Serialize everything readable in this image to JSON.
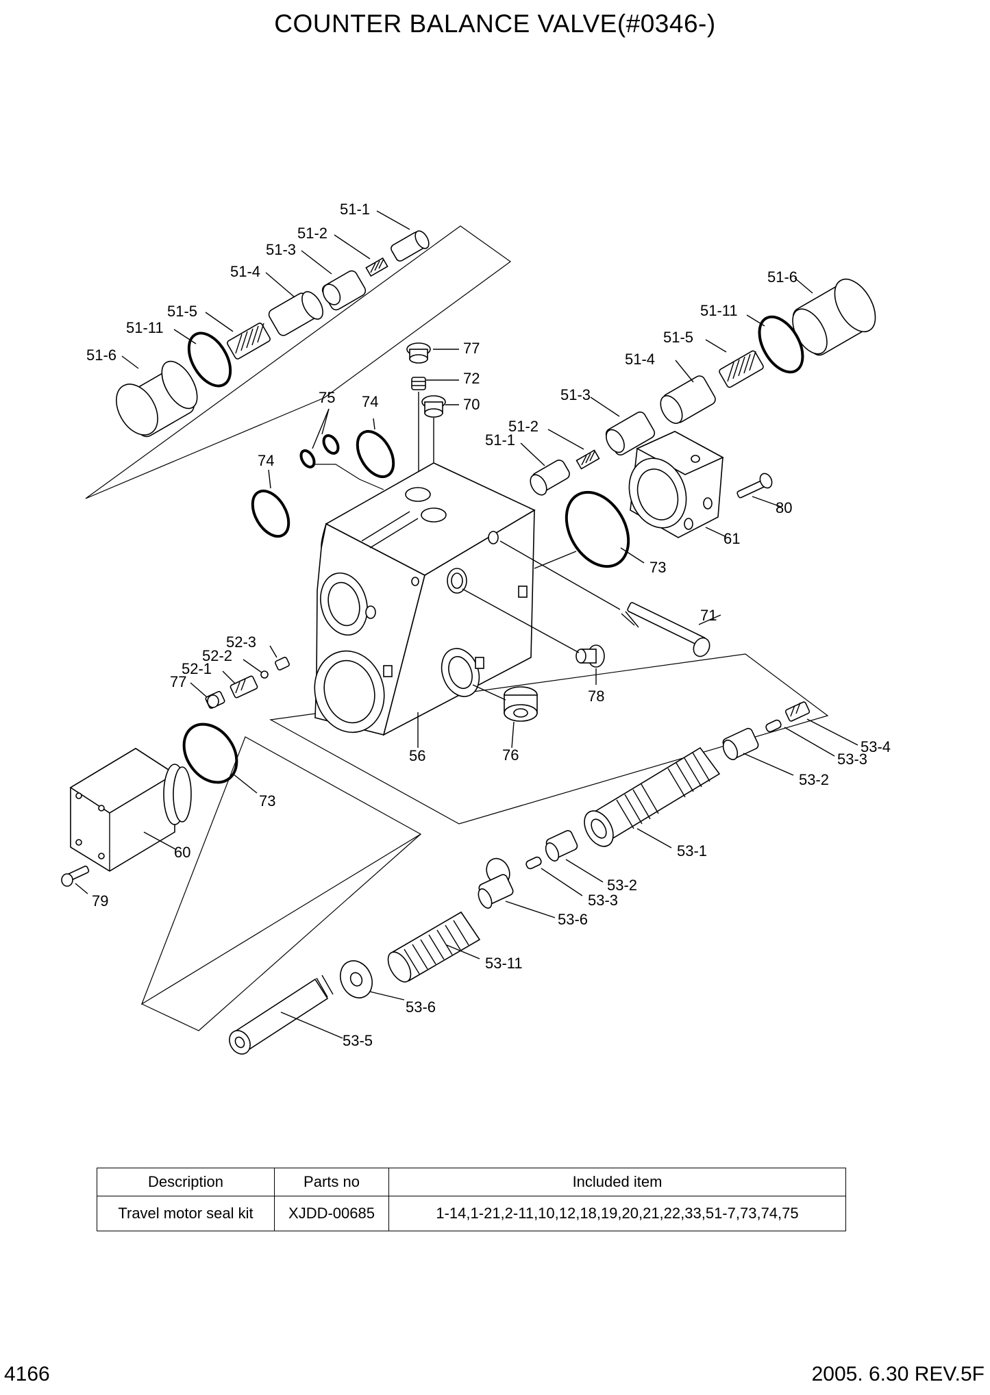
{
  "title": "COUNTER BALANCE VALVE(#0346-)",
  "callouts": {
    "c51_1a": "51-1",
    "c51_2a": "51-2",
    "c51_3a": "51-3",
    "c51_4a": "51-4",
    "c51_5a": "51-5",
    "c51_11a": "51-11",
    "c51_6a": "51-6",
    "c51_6b": "51-6",
    "c51_11b": "51-11",
    "c51_5b": "51-5",
    "c51_4b": "51-4",
    "c51_3b": "51-3",
    "c51_2b": "51-2",
    "c51_1b": "51-1",
    "c77a": "77",
    "c72": "72",
    "c70": "70",
    "c75": "75",
    "c74a": "74",
    "c74b": "74",
    "c80": "80",
    "c61": "61",
    "c73a": "73",
    "c71": "71",
    "c52_3": "52-3",
    "c52_2": "52-2",
    "c52_1": "52-1",
    "c77b": "77",
    "c78": "78",
    "c56": "56",
    "c76": "76",
    "c73b": "73",
    "c60": "60",
    "c79": "79",
    "c53_4": "53-4",
    "c53_3a": "53-3",
    "c53_2a": "53-2",
    "c53_1": "53-1",
    "c53_2b": "53-2",
    "c53_3b": "53-3",
    "c53_6a": "53-6",
    "c53_11": "53-11",
    "c53_6b": "53-6",
    "c53_5": "53-5"
  },
  "kit_table": {
    "headers": [
      "Description",
      "Parts no",
      "Included item"
    ],
    "rows": [
      [
        "Travel motor seal kit",
        "XJDD-00685",
        "1-14,1-21,2-11,10,12,18,19,20,21,22,33,51-7,73,74,75"
      ]
    ]
  },
  "footer": {
    "page_number": "4166",
    "revision": "2005. 6.30  REV.5F"
  }
}
